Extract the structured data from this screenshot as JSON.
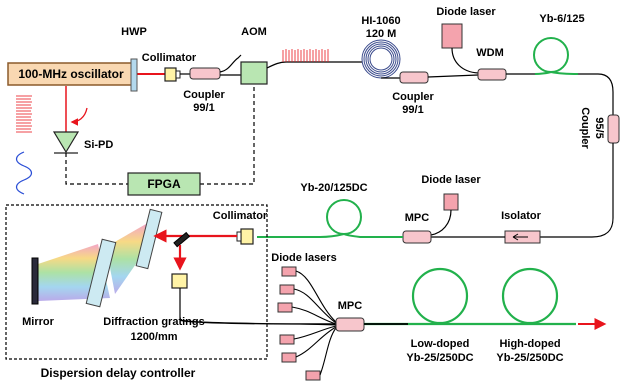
{
  "labels": {
    "hwp": "HWP",
    "collimator_top": "Collimator",
    "aom": "AOM",
    "fiber_hi": "HI-1060",
    "fiber_len": "120 M",
    "diode_laser_top": "Diode laser",
    "yb_6": "Yb-6/125",
    "oscillator": "100-MHz oscillator",
    "coupler_left_1": "Coupler",
    "coupler_left_2": "99/1",
    "wdm": "WDM",
    "coupler_mid_1": "Coupler",
    "coupler_mid_2": "99/1",
    "coupler_right_1": "Coupler",
    "coupler_right_2": "95/5",
    "si_pd": "Si-PD",
    "fpga": "FPGA",
    "yb_20": "Yb-20/125DC",
    "diode_laser_mid": "Diode laser",
    "collimator_mid": "Collimator",
    "mpc_top": "MPC",
    "isolator": "Isolator",
    "diode_lasers": "Diode lasers",
    "mpc_bottom": "MPC",
    "mirror": "Mirror",
    "gratings_1": "Diffraction gratings",
    "gratings_2": "1200/mm",
    "low_doped_1": "Low-doped",
    "low_doped_2": "Yb-25/250DC",
    "high_doped_1": "High-doped",
    "high_doped_2": "Yb-25/250DC",
    "ddc": "Dispersion delay controller"
  },
  "colors": {
    "fiber_green": "#22b14c",
    "beam_red": "#e8141c",
    "component_pink": "#f7c6cc",
    "diode_pink": "#f4a3ad",
    "fpga_green": "#b9e6b2",
    "aom_green": "#b9e6b2",
    "collimator_yellow": "#fff3a6",
    "oscillator_orange": "#f9d8b2",
    "hwp_blue": "#b3d9ee",
    "grating_blue": "#cdeaf2",
    "signal_blue": "#2b4fd6"
  }
}
